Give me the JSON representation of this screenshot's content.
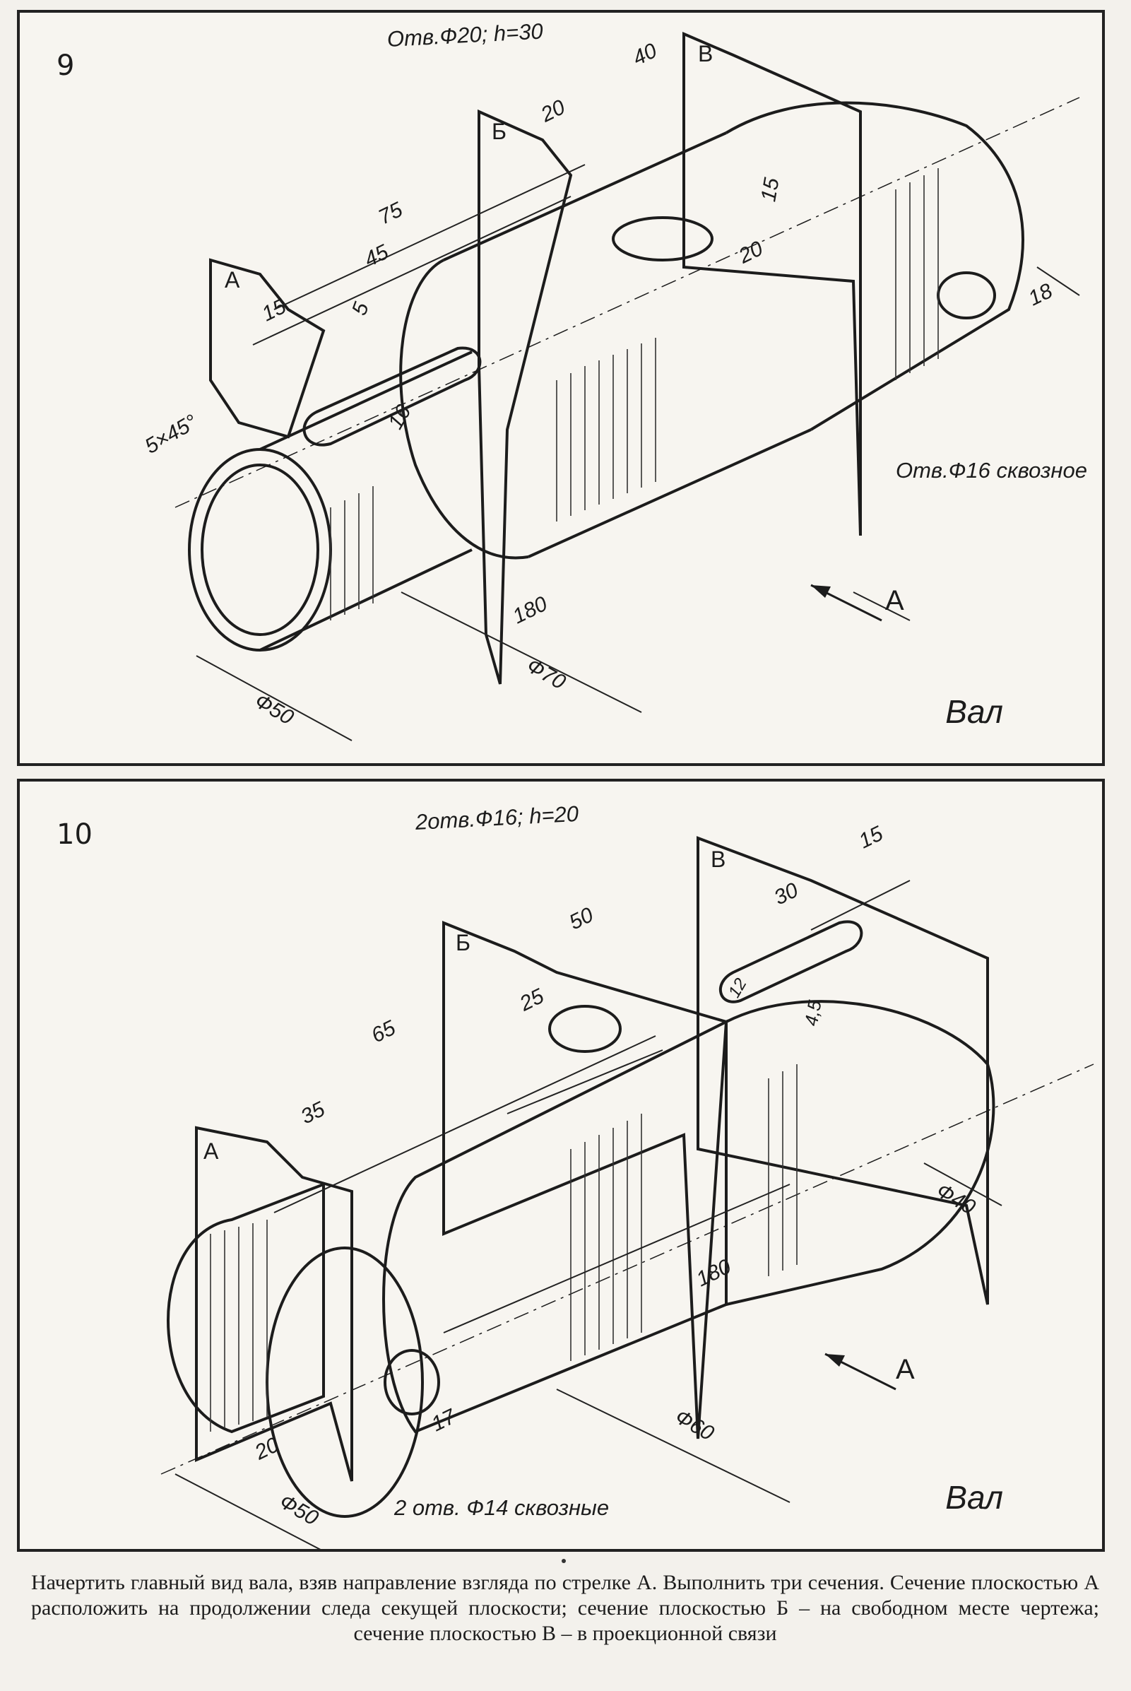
{
  "panel9": {
    "number": "9",
    "caption": "Вал",
    "callout_top": "Отв.Ф20; h=30",
    "callout_side": "Отв.Ф16 сквозное",
    "planes": [
      "А",
      "Б",
      "В"
    ],
    "arrow_label": "А",
    "dims": {
      "d40": "40",
      "d20a": "20",
      "d75": "75",
      "d45": "45",
      "d15a": "15",
      "d5": "5",
      "chamfer": "5×45°",
      "d16": "16",
      "d15b": "15",
      "d20b": "20",
      "d18": "18",
      "d180": "180",
      "dia70": "Ф70",
      "dia50": "Ф50"
    }
  },
  "panel10": {
    "number": "10",
    "caption": "Вал",
    "callout_top": "2отв.Ф16; h=20",
    "callout_bottom": "2 отв. Ф14 сквозные",
    "planes": [
      "А",
      "Б",
      "В"
    ],
    "arrow_label": "А",
    "dims": {
      "d15": "15",
      "d30": "30",
      "d50": "50",
      "d25": "25",
      "d65": "65",
      "d35": "35",
      "d12": "12",
      "d45": "4,5",
      "dia40": "Ф40",
      "d180": "180",
      "dia60": "Ф60",
      "d17": "17",
      "d20": "20",
      "dia50": "Ф50"
    }
  },
  "task_text": "Начертить главный вид вала, взяв направление взгляда по стрелке А. Выполнить три сечения. Сечение плоскостью А расположить на продолжении следа секущей плоскости; сечение плоскостью Б – на свободном месте чертежа; сечение плоскостью В – в проекционной связи"
}
